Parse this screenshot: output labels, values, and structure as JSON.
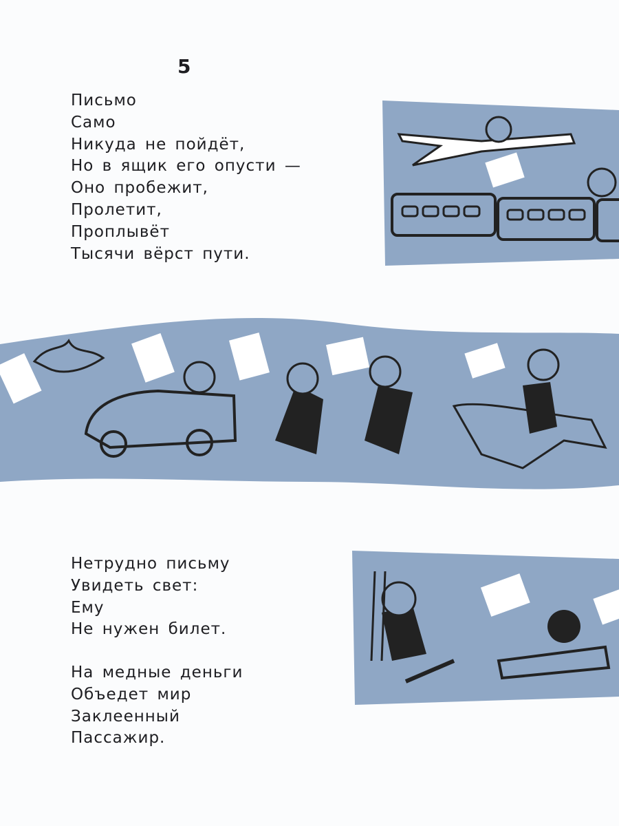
{
  "page_number": "5",
  "stanzas": [
    {
      "lines": [
        "Письмо",
        "Само",
        "Никуда не пойдёт,",
        "Но в ящик его опусти —",
        "Оно пробежит,",
        "Пролетит,",
        "Проплывёт",
        "Тысячи вёрст пути."
      ]
    },
    {
      "lines": [
        "Нетрудно письму",
        "Увидеть свет:",
        "Ему",
        "Не нужен билет."
      ]
    },
    {
      "lines": [
        "На медные деньги",
        "Объедет мир",
        "Заклеенный",
        "Пассажир."
      ]
    }
  ],
  "colors": {
    "band": "#8fa7c5",
    "ink": "#1e1e22",
    "paper": "#fbfcfd"
  }
}
